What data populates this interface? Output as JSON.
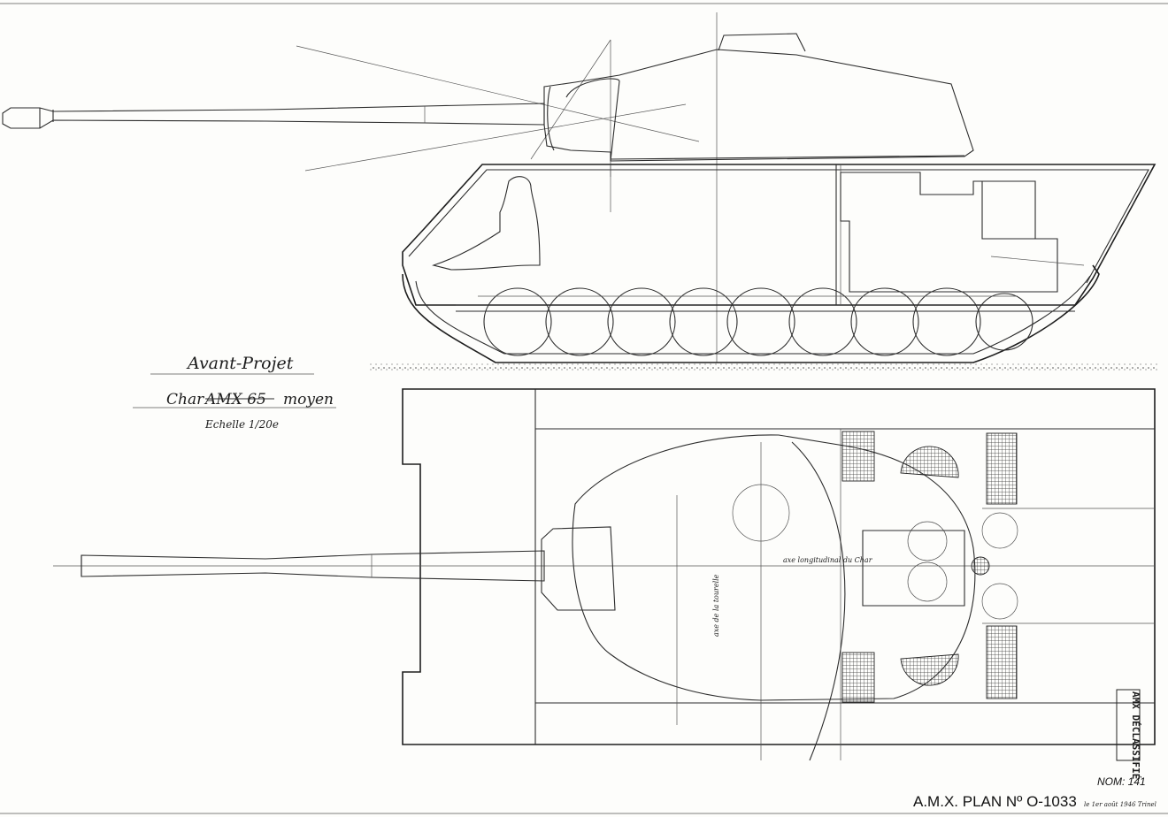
{
  "title_block": {
    "line1": "Avant-Projet",
    "line2_prefix": "Char",
    "line2_struck": "AMX 65",
    "line2_suffix": "moyen",
    "scale": "Echelle 1/20e"
  },
  "annotations": {
    "centerline": "axe longitudinal du Char",
    "turret_axis": "axe de la tourelle"
  },
  "stamp": "AMX DÉCLASSIFIÉ",
  "reference": {
    "nom": "NOM: 141",
    "plan_number": "A.M.X. PLAN Nº O-1033",
    "signature": "le 1er août 1946 Trinel"
  }
}
